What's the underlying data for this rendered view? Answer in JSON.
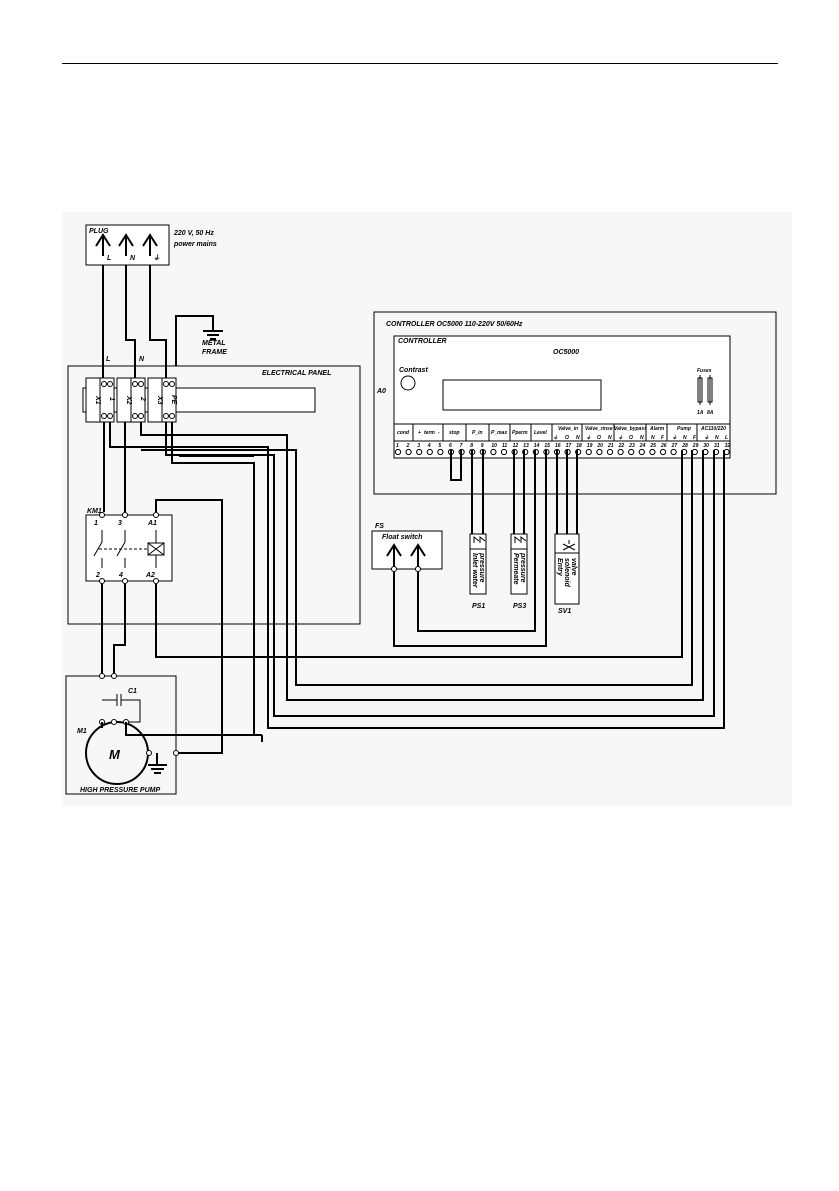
{
  "plug": {
    "title": "PLUG",
    "mains": "220 V, 50 Hz",
    "mains2": "power mains",
    "pins": [
      "L",
      "N",
      "⏚"
    ]
  },
  "metal_frame": {
    "line1": "METAL",
    "line2": "FRAME"
  },
  "panel": {
    "title": "ELECTRICAL PANEL",
    "mid_labels": [
      "L",
      "N"
    ],
    "terminals_top": [
      "X1",
      "X2",
      "X3"
    ],
    "terminals_num": [
      "1",
      "2",
      "PE"
    ]
  },
  "contactor": {
    "name": "KM1",
    "top": [
      "1",
      "3",
      "A1"
    ],
    "bottom": [
      "2",
      "4",
      "A2"
    ]
  },
  "pump": {
    "title": "HIGH PRESSURE PUMP",
    "motor_ref": "M1",
    "motor": "M",
    "capacitor": "C1"
  },
  "controller": {
    "outer_title": "CONTROLLER OC5000 110-220V 50/60Hz",
    "inner_title": "CONTROLLER",
    "model": "OC5000",
    "ref": "A0",
    "contrast": "Contrast",
    "fuses_label": "Fuses",
    "fuse_values": [
      "1A",
      "8A"
    ],
    "groups": [
      "cond",
      "+",
      "term",
      "-",
      "stop",
      "P_in",
      "P_max",
      "Pperm",
      "Level",
      "Valve_in",
      "Valve_rinse",
      "Valve_bypass",
      "Alarm",
      "Pump",
      "AC110/220"
    ],
    "sublabels": [
      "⏚",
      "O",
      "N",
      "⏚",
      "O",
      "N",
      "⏚",
      "O",
      "N",
      "N",
      "F",
      "⏚",
      "N",
      "F",
      "⏚",
      "N",
      "L"
    ],
    "terminals": [
      "1",
      "2",
      "3",
      "4",
      "5",
      "6",
      "7",
      "8",
      "9",
      "10",
      "11",
      "12",
      "13",
      "14",
      "15",
      "16",
      "17",
      "18",
      "19",
      "20",
      "21",
      "22",
      "23",
      "24",
      "25",
      "26",
      "27",
      "28",
      "29",
      "30",
      "31",
      "32"
    ]
  },
  "float_switch": {
    "ref": "FS",
    "label": "Float switch"
  },
  "sensors": [
    {
      "ref": "PS1",
      "line1": "Inlet water",
      "line2": "pressure"
    },
    {
      "ref": "PS3",
      "line1": "Permeate",
      "line2": "pressure"
    },
    {
      "ref": "SV1",
      "line1": "Entry",
      "line2": "solenoid",
      "line3": "valve"
    }
  ]
}
